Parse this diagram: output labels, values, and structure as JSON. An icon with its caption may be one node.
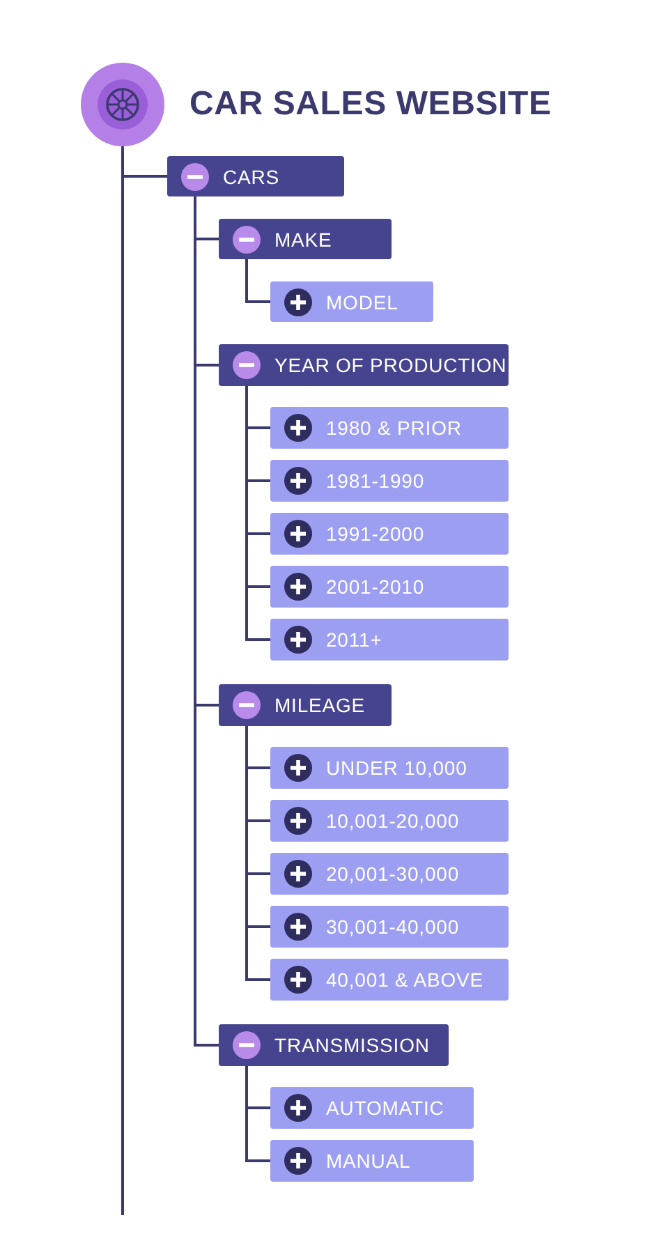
{
  "diagram": {
    "nodes": [
      {
        "text": [
          "CAR SALES WEBSITE"
        ]
      },
      {
        "text": [
          "CARS"
        ]
      },
      {
        "text": [
          "MAKE"
        ]
      },
      {
        "text": [
          "MODEL"
        ]
      },
      {
        "text": [
          "YEAR OF PRODUCTION"
        ]
      },
      {
        "text": [
          "1980 & PRIOR"
        ]
      },
      {
        "text": [
          "1981-1990"
        ]
      },
      {
        "text": [
          "1991-2000"
        ]
      },
      {
        "text": [
          "2001-2010"
        ]
      },
      {
        "text": [
          "2011+"
        ]
      },
      {
        "text": [
          "MILEAGE"
        ]
      },
      {
        "text": [
          "UNDER 10,000"
        ]
      },
      {
        "text": [
          "10,001-20,000"
        ]
      },
      {
        "text": [
          "20,001-30,000"
        ]
      },
      {
        "text": [
          "30,001-40,000"
        ]
      },
      {
        "text": [
          "40,001 & ABOVE"
        ]
      },
      {
        "text": [
          "TRANSMISSION"
        ]
      },
      {
        "text": [
          "AUTOMATIC"
        ]
      },
      {
        "text": [
          "MANUAL"
        ]
      }
    ],
    "edges": [
      {
        "from": 0,
        "to": 1,
        "arrow": "none"
      },
      {
        "from": 0,
        "to": null,
        "arrow": "none"
      },
      {
        "from": 1,
        "to": 2,
        "arrow": "none"
      },
      {
        "from": 2,
        "to": 3,
        "arrow": "none"
      },
      {
        "from": 1,
        "to": 4,
        "arrow": "none"
      },
      {
        "from": 4,
        "to": 5,
        "arrow": "none"
      },
      {
        "from": 4,
        "to": 6,
        "arrow": "none"
      },
      {
        "from": 4,
        "to": 7,
        "arrow": "none"
      },
      {
        "from": 4,
        "to": 8,
        "arrow": "none"
      },
      {
        "from": 4,
        "to": 9,
        "arrow": "none"
      },
      {
        "from": 1,
        "to": 10,
        "arrow": "none"
      },
      {
        "from": 10,
        "to": 11,
        "arrow": "none"
      },
      {
        "from": 10,
        "to": 12,
        "arrow": "none"
      },
      {
        "from": 10,
        "to": 13,
        "arrow": "none"
      },
      {
        "from": 10,
        "to": 14,
        "arrow": "none"
      },
      {
        "from": 10,
        "to": 15,
        "arrow": "none"
      },
      {
        "from": 1,
        "to": 16,
        "arrow": "none"
      },
      {
        "from": 16,
        "to": 17,
        "arrow": "none"
      },
      {
        "from": 16,
        "to": 18,
        "arrow": "none"
      }
    ]
  }
}
